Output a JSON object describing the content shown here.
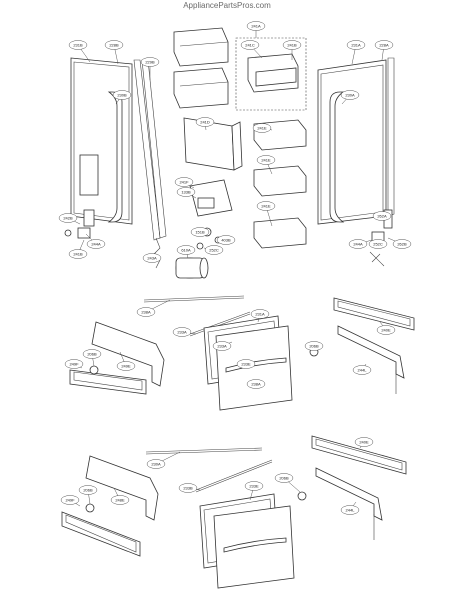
{
  "watermark": "AppliancePartsPros.com",
  "labels": [
    {
      "id": "l1",
      "text": "231B"
    },
    {
      "id": "l2",
      "text": "228B"
    },
    {
      "id": "l3",
      "text": "241A"
    },
    {
      "id": "l4",
      "text": "241C"
    },
    {
      "id": "l5",
      "text": "241B"
    },
    {
      "id": "l6",
      "text": "231A"
    },
    {
      "id": "l7",
      "text": "228A"
    },
    {
      "id": "l8",
      "text": "229B"
    },
    {
      "id": "l9",
      "text": "241D"
    },
    {
      "id": "l10",
      "text": "230B"
    },
    {
      "id": "l11",
      "text": "241E"
    },
    {
      "id": "l12",
      "text": "230A"
    },
    {
      "id": "l13",
      "text": "241E"
    },
    {
      "id": "l14",
      "text": "241F"
    },
    {
      "id": "l15",
      "text": "133B"
    },
    {
      "id": "l16",
      "text": "241E"
    },
    {
      "id": "l17",
      "text": "242B"
    },
    {
      "id": "l18",
      "text": "244A"
    },
    {
      "id": "l19",
      "text": "241B"
    },
    {
      "id": "l20",
      "text": "151B"
    },
    {
      "id": "l21",
      "text": "403B"
    },
    {
      "id": "l22",
      "text": "252C"
    },
    {
      "id": "l23",
      "text": "610A"
    },
    {
      "id": "l24",
      "text": "243A"
    },
    {
      "id": "l25",
      "text": "262A"
    },
    {
      "id": "l26",
      "text": "252C"
    },
    {
      "id": "l27",
      "text": "262B"
    },
    {
      "id": "l28",
      "text": "244A"
    },
    {
      "id": "l29",
      "text": "238A"
    },
    {
      "id": "l30",
      "text": "233A"
    },
    {
      "id": "l31",
      "text": "231A"
    },
    {
      "id": "l32",
      "text": "240E"
    },
    {
      "id": "l33",
      "text": "233A"
    },
    {
      "id": "l34",
      "text": "206B"
    },
    {
      "id": "l35",
      "text": "249F"
    },
    {
      "id": "l36",
      "text": "249E"
    },
    {
      "id": "l37",
      "text": "206B"
    },
    {
      "id": "l38",
      "text": "233E"
    },
    {
      "id": "l39",
      "text": "244L"
    },
    {
      "id": "l40",
      "text": "238A"
    },
    {
      "id": "l41",
      "text": "240E"
    },
    {
      "id": "l42",
      "text": "230A"
    },
    {
      "id": "l43",
      "text": "206B"
    },
    {
      "id": "l44",
      "text": "249F"
    },
    {
      "id": "l45",
      "text": "248E"
    },
    {
      "id": "l46",
      "text": "233B"
    },
    {
      "id": "l47",
      "text": "206B"
    },
    {
      "id": "l48",
      "text": "233E"
    },
    {
      "id": "l49",
      "text": "244L"
    }
  ]
}
